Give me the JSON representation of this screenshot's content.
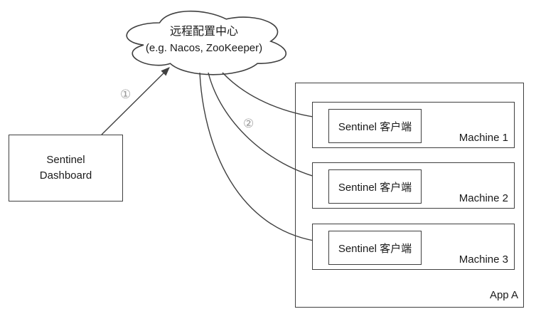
{
  "colors": {
    "line": "#3f3f3f",
    "text": "#1a1a1a",
    "step_label": "#9b9b9b",
    "background": "#ffffff"
  },
  "config_center": {
    "title": "远程配置中心",
    "subtitle": "(e.g. Nacos, ZooKeeper)"
  },
  "dashboard": {
    "line1": "Sentinel",
    "line2": "Dashboard"
  },
  "steps": {
    "push": "①",
    "subscribe": "②"
  },
  "app": {
    "label": "App A",
    "machines": [
      {
        "name": "Machine 1",
        "client": "Sentinel 客户端"
      },
      {
        "name": "Machine 2",
        "client": "Sentinel 客户端"
      },
      {
        "name": "Machine 3",
        "client": "Sentinel 客户端"
      }
    ]
  }
}
